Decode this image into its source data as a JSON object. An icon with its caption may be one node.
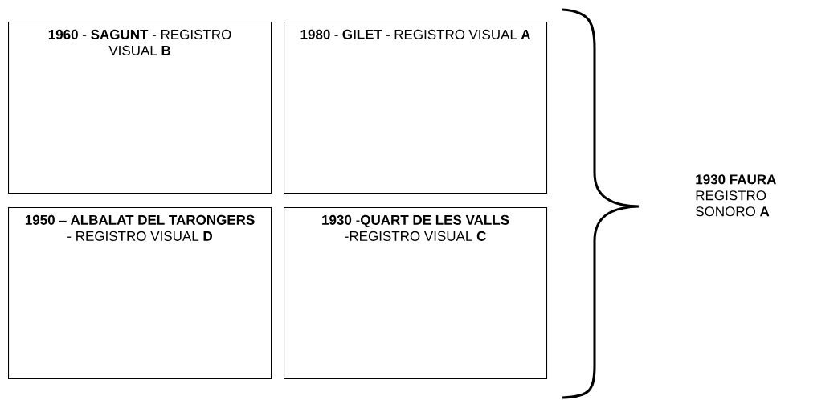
{
  "diagram": {
    "nodes": [
      {
        "text": [
          "**1960** - **SAGUNT** - REGISTRO VISUAL **B**"
        ]
      },
      {
        "text": [
          "**1980** - **GILET** - REGISTRO VISUAL **A**"
        ]
      },
      {
        "text": [
          "**1950** – **ALBALAT DEL TARONGERS** - REGISTRO VISUAL **D**"
        ]
      },
      {
        "text": [
          "**1930** -**QUART DE LES VALLS** -REGISTRO VISUAL **C**"
        ]
      }
    ],
    "labels": [
      "**1930 FAURA** REGISTRO SONORO **A**"
    ]
  }
}
